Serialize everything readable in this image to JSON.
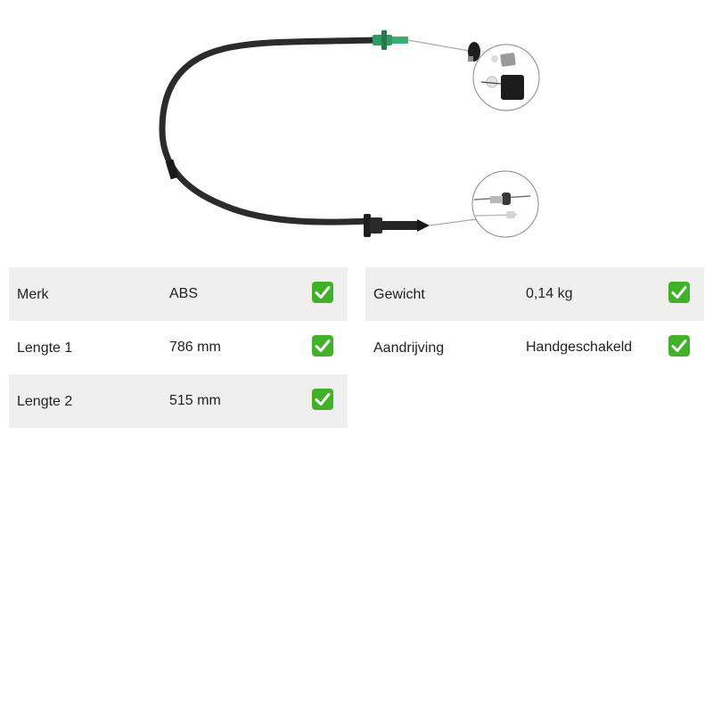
{
  "product": {
    "image_icon": "throttle-cable-photo"
  },
  "specs_left": [
    {
      "label": "Merk",
      "value": "ABS",
      "verified": true,
      "shaded": true
    },
    {
      "label": "Lengte 1",
      "value": "786 mm",
      "verified": true,
      "shaded": false
    },
    {
      "label": "Lengte 2",
      "value": "515 mm",
      "verified": true,
      "shaded": true
    }
  ],
  "specs_right": [
    {
      "label": "Gewicht",
      "value": "0,14 kg",
      "verified": true,
      "shaded": true
    },
    {
      "label": "Aandrijving",
      "value": "Handgeschakeld",
      "verified": true,
      "shaded": false
    }
  ],
  "colors": {
    "row_shade": "#efefef",
    "check_green": "#43b02a",
    "cable_black": "#2b2b2b",
    "cable_end_green": "#2e9c60"
  }
}
